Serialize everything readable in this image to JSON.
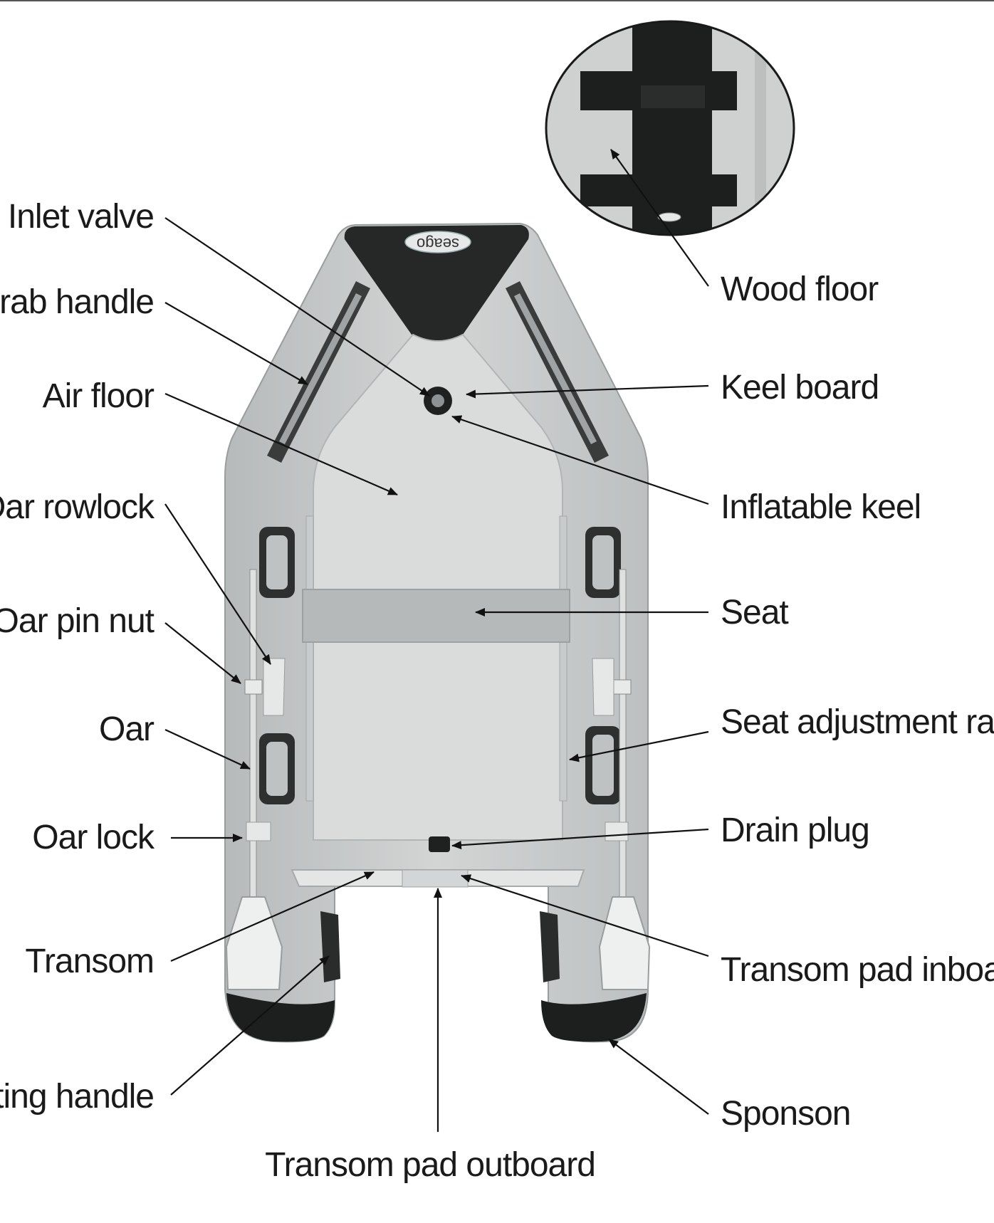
{
  "brand": "seago",
  "colors": {
    "hull": "#c9cbcb",
    "hull_dark": "#b3b6b6",
    "accent": "#222222",
    "floor": "#dcdede"
  },
  "labels": {
    "inlet_valve": "Inlet valve",
    "grab_handle": "Grab handle",
    "air_floor": "Air floor",
    "oar_rowlock": "Oar rowlock",
    "oar_pin_nut": "Oar pin nut",
    "oar": "Oar",
    "oar_lock": "Oar lock",
    "transom": "Transom",
    "lifting_handle": "Lifting handle",
    "transom_pad_outboard": "Transom pad outboard",
    "wood_floor": "Wood floor",
    "keel_board": "Keel board",
    "inflatable_keel": "Inflatable keel",
    "seat": "Seat",
    "seat_adjustment_rail": "Seat adjustment rail",
    "drain_plug": "Drain plug",
    "transom_pad_inboard": "Transom pad inboard",
    "sponson": "Sponson"
  }
}
